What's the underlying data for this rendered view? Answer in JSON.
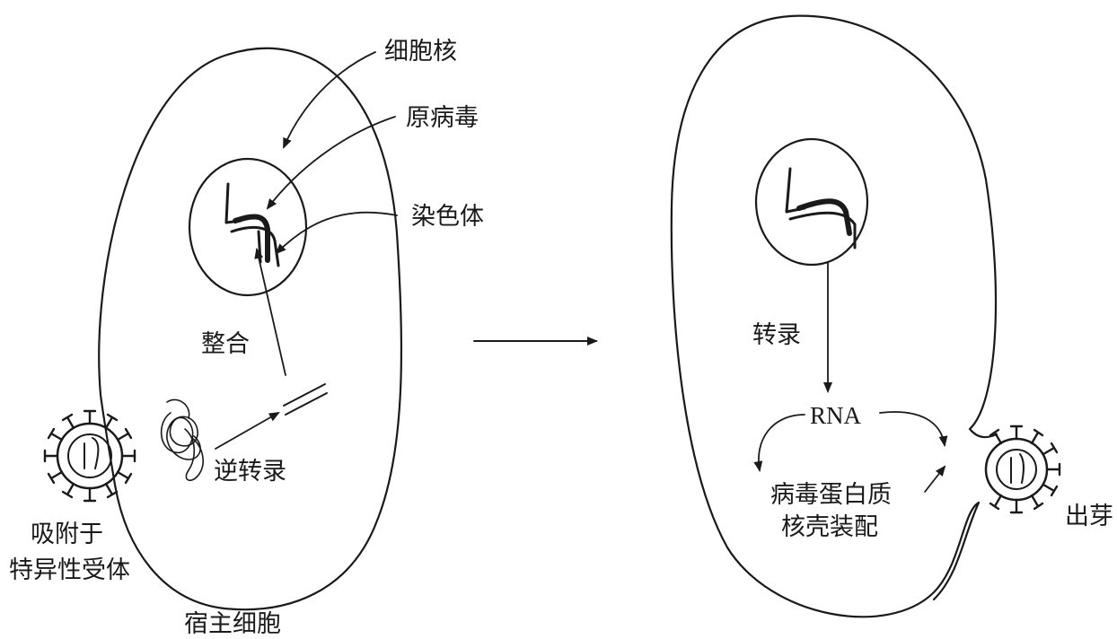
{
  "labels": {
    "nucleus": "细胞核",
    "provirus": "原病毒",
    "chromosome": "染色体",
    "integration": "整合",
    "reverse_transcription": "逆转录",
    "adsorption_line1": "吸附于",
    "adsorption_line2": "特异性受体",
    "host_cell": "宿主细胞",
    "transcription": "转录",
    "rna": "RNA",
    "assembly_line1": "病毒蛋白质",
    "assembly_line2": "核壳装配",
    "budding": "出芽"
  },
  "colors": {
    "ink": "#1a1a1a",
    "background": "#ffffff"
  }
}
